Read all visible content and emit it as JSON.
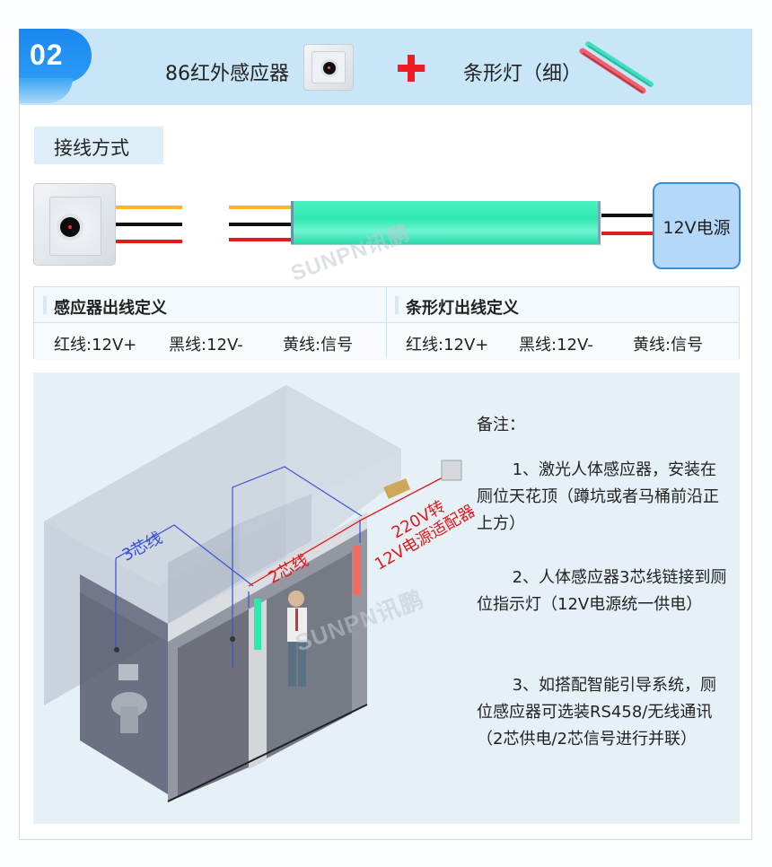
{
  "header": {
    "badge_number": "02",
    "item1_label": "86红外感应器",
    "item1_icon": "infrared-sensor-icon",
    "plus_icon": "plus-icon",
    "item2_label": "条形灯（细）",
    "item2_icon": "strip-light-icon"
  },
  "wiring": {
    "section_title": "接线方式",
    "sensor_wires": [
      "yellow",
      "black",
      "red"
    ],
    "light_wires": [
      "yellow",
      "black",
      "red"
    ],
    "power_wires": [
      "black",
      "red"
    ],
    "power_label": "12V电源",
    "watermark": "SUNPN讯鹏",
    "colors": {
      "yellow": "#f5b91c",
      "black": "#111111",
      "red": "#e11b1b",
      "led": "#2ee8b0",
      "psu_fill": "#b5d7f8",
      "psu_border": "#3a8ee0"
    }
  },
  "definitions": {
    "sensor": {
      "title": "感应器出线定义",
      "items": [
        "红线:12V+",
        "黑线:12V-",
        "黄线:信号"
      ]
    },
    "light": {
      "title": "条形灯出线定义",
      "items": [
        "红线:12V+",
        "黑线:12V-",
        "黄线:信号"
      ]
    }
  },
  "diagram": {
    "label_3core": "3芯线",
    "label_2core": "2芯线",
    "adapter_line1": "220V转",
    "adapter_line2": "12V电源适配器",
    "watermark": "SUNPN讯鹏",
    "colors": {
      "blue_wire": "#3b4fd8",
      "red_wire": "#e01b1b",
      "green_light": "#2ee8b0",
      "red_light": "#f36a5e"
    }
  },
  "notes": {
    "title": "备注：",
    "paragraphs": [
      "1、激光人体感应器，安装在厕位天花顶（蹲坑或者马桶前沿正上方）",
      "2、人体感应器3芯线链接到厕位指示灯（12V电源统一供电）",
      "3、如搭配智能引导系统，厕位感应器可选装RS458/无线通讯（2芯供电/2芯信号进行并联）"
    ]
  }
}
